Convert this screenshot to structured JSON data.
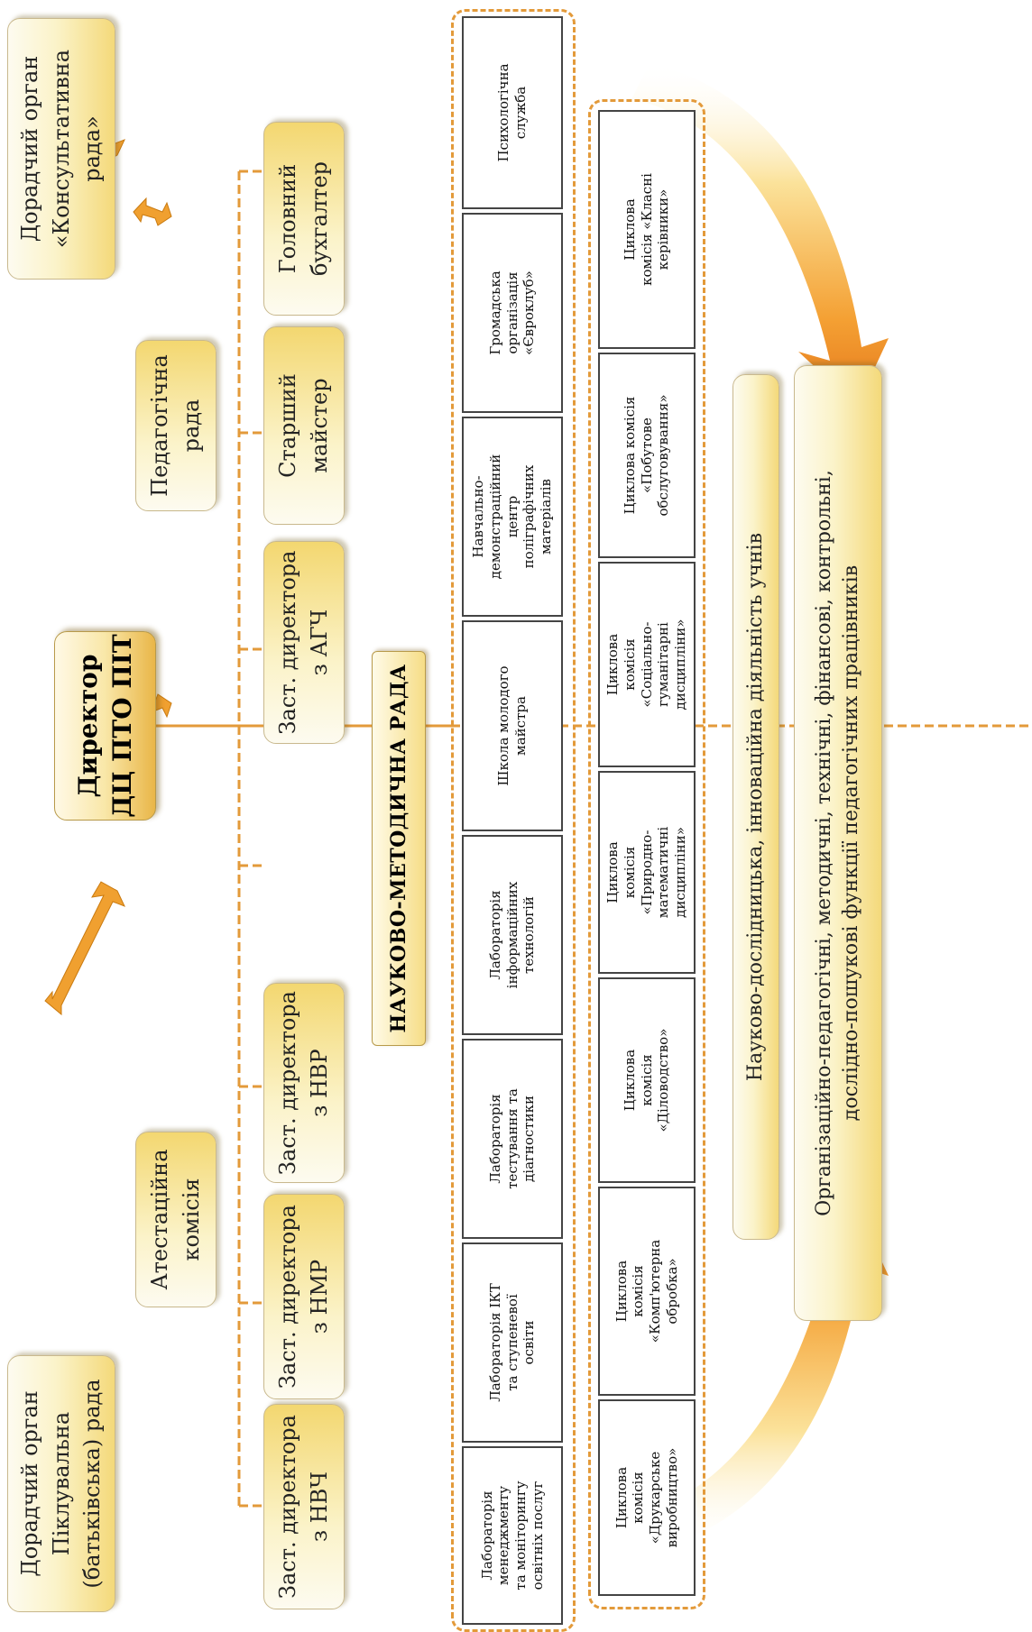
{
  "colors": {
    "accent": "#e39a3a",
    "box_top": "#fdfbf0",
    "box_bottom": "#f4d97a",
    "border": "#444444"
  },
  "advisory_left": "Дорадчий орган\nПіклувальна\n(батьківська) рада",
  "advisory_right": "Дорадчий орган\n«Консультативна рада»",
  "attestation": "Атестаційна\nкомісія",
  "pedagogical": "Педагогічна\nрада",
  "director": "Директор\nДЦ ПТО ПІТ",
  "deputies": [
    "Заст. директора\nз НВЧ",
    "Заст. директора\nз НМР",
    "Заст. директора\nз НВР",
    "Заст. директора\nз АГЧ",
    "Старший\nмайстер",
    "Головний\nбухгалтер"
  ],
  "council": "НАУКОВО-МЕТОДИЧНА РАДА",
  "labs": [
    "Лабораторія\nменеджменту\nта моніторингу\nосвітніх послуг",
    "Лабораторія ІКТ\nта ступеневої\nосвіти",
    "Лабораторія\nтестування та\nдіагностики",
    "Лабораторія\nінформаційних\nтехнологій",
    "Школа молодого\nмайстра",
    "Навчально-\nдемонстраційний\nцентр\nполіграфічних\nматеріалів",
    "Громадська\nорганізація\n«Євроклуб»",
    "Психологічна\nслужба"
  ],
  "commissions": [
    "Циклова\nкомісія\n«Друкарське\nвиробництво»",
    "Циклова\nкомісія\n«Комп'ютерна\nобробка»",
    "Циклова\nкомісія\n«Діловодство»",
    "Циклова\nкомісія\n«Природно-\nматематичні\nдисципліни»",
    "Циклова\nкомісія\n«Соціально-\nгуманітарні\nдисципліни»",
    "Циклова комісія\n«Побутове\nобслуговування»",
    "Циклова\nкомісія «Класні\nкерівники»"
  ],
  "research": "Науково-дослідницька, інноваційна діяльність учнів",
  "functions": "Організаційно-педагогічні, методичні, технічні, фінансові, контрольні,\nдослідно-пошукові функції педагогічних працівників"
}
